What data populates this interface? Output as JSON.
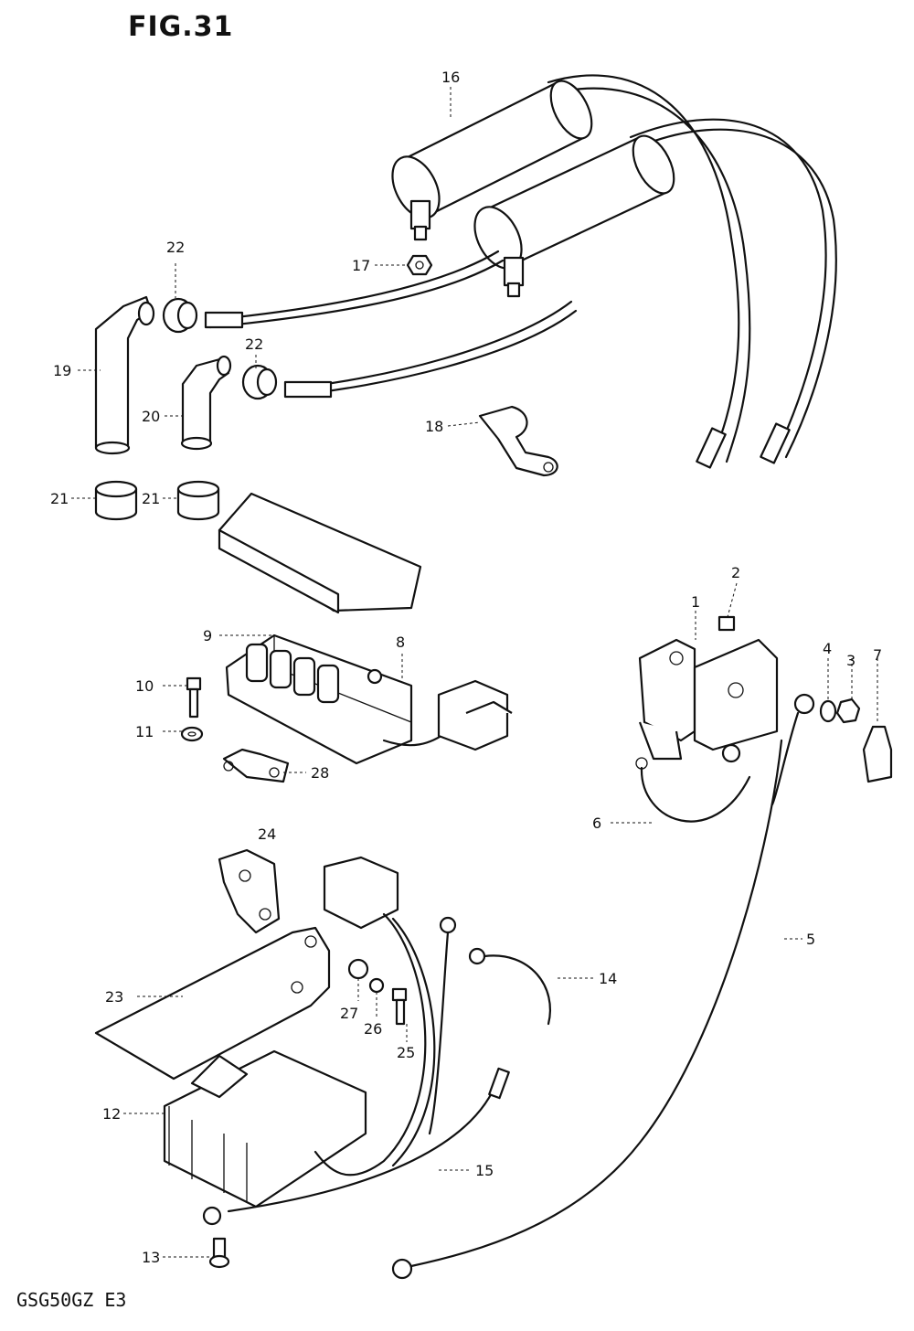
{
  "figure": {
    "title": "FIG.31",
    "model_code": "GSG50GZ E3"
  },
  "callouts": [
    {
      "id": "c1",
      "text": "1"
    },
    {
      "id": "c2",
      "text": "2"
    },
    {
      "id": "c3",
      "text": "3"
    },
    {
      "id": "c4",
      "text": "4"
    },
    {
      "id": "c5",
      "text": "5"
    },
    {
      "id": "c6",
      "text": "6"
    },
    {
      "id": "c7",
      "text": "7"
    },
    {
      "id": "c8",
      "text": "8"
    },
    {
      "id": "c9",
      "text": "9"
    },
    {
      "id": "c10",
      "text": "10"
    },
    {
      "id": "c11",
      "text": "11"
    },
    {
      "id": "c12",
      "text": "12"
    },
    {
      "id": "c13",
      "text": "13"
    },
    {
      "id": "c14",
      "text": "14"
    },
    {
      "id": "c15",
      "text": "15"
    },
    {
      "id": "c16",
      "text": "16"
    },
    {
      "id": "c17",
      "text": "17"
    },
    {
      "id": "c18",
      "text": "18"
    },
    {
      "id": "c19",
      "text": "19"
    },
    {
      "id": "c20",
      "text": "20"
    },
    {
      "id": "c21a",
      "text": "21"
    },
    {
      "id": "c21b",
      "text": "21"
    },
    {
      "id": "c22a",
      "text": "22"
    },
    {
      "id": "c22b",
      "text": "22"
    },
    {
      "id": "c23",
      "text": "23"
    },
    {
      "id": "c24",
      "text": "24"
    },
    {
      "id": "c25",
      "text": "25"
    },
    {
      "id": "c26",
      "text": "26"
    },
    {
      "id": "c27",
      "text": "27"
    },
    {
      "id": "c28",
      "text": "28"
    }
  ]
}
